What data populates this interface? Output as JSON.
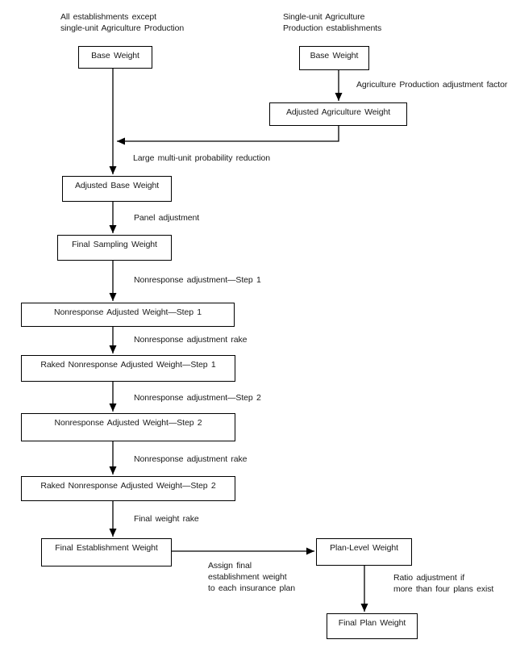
{
  "diagram": {
    "headers": {
      "left_branch": "All establishments except\nsingle-unit Agriculture Production",
      "right_branch": "Single-unit Agriculture\nProduction establishments"
    },
    "boxes": {
      "base_weight_left": "Base Weight",
      "base_weight_right": "Base Weight",
      "adjusted_agriculture_weight": "Adjusted Agriculture Weight",
      "adjusted_base_weight": "Adjusted Base Weight",
      "final_sampling_weight": "Final Sampling Weight",
      "nonresponse_adjusted_step1": "Nonresponse Adjusted Weight—Step 1",
      "raked_nonresponse_step1": "Raked Nonresponse Adjusted Weight—Step 1",
      "nonresponse_adjusted_step2": "Nonresponse Adjusted Weight—Step 2",
      "raked_nonresponse_step2": "Raked Nonresponse Adjusted Weight—Step 2",
      "final_establishment_weight": "Final Establishment Weight",
      "plan_level_weight": "Plan-Level Weight",
      "final_plan_weight": "Final Plan Weight"
    },
    "edge_labels": {
      "agriculture_adjustment": "Agriculture Production adjustment factor",
      "large_multi_unit": "Large multi-unit probability reduction",
      "panel_adjustment": "Panel adjustment",
      "nonresponse_step1": "Nonresponse adjustment—Step 1",
      "nonresponse_rake_1": "Nonresponse adjustment rake",
      "nonresponse_step2": "Nonresponse adjustment—Step 2",
      "nonresponse_rake_2": "Nonresponse adjustment rake",
      "final_weight_rake": "Final weight rake",
      "assign_final": "Assign final\nestablishment weight\nto each insurance plan",
      "ratio_adjustment": "Ratio adjustment if\nmore than four plans exist"
    },
    "colors": {
      "background": "#ffffff",
      "line": "#000000",
      "box_border": "#000000",
      "text": "#1a1a1a"
    }
  }
}
